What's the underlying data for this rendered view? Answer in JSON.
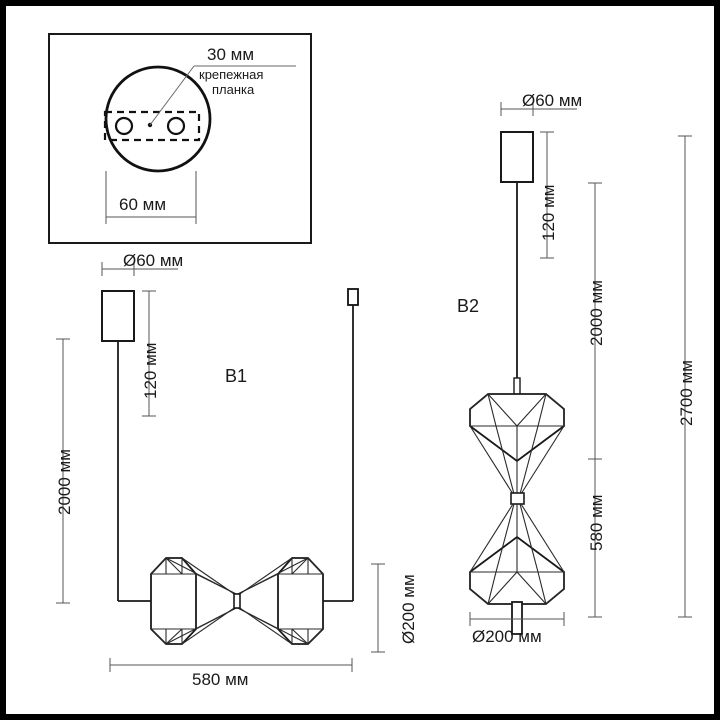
{
  "document": {
    "type": "technical-dimension-drawing",
    "subject": "pendant-lamp",
    "units": "мм",
    "background_color": "#ffffff",
    "line_color": "#1a1a1a",
    "border_color": "#000000"
  },
  "detail_box": {
    "name": "ceiling-mount-detail",
    "callout_dimension": "30 мм",
    "callout_note_line1": "крепежная",
    "callout_note_line2": "планка",
    "base_dimension": "60 мм",
    "shape": "circle-canopy-with-dashed-mounting-plate",
    "screw_hole_count": 2
  },
  "variant_b1": {
    "label": "B1",
    "canopy_diameter": "Ø60 мм",
    "canopy_height": "120 мм",
    "drop_length": "2000 мм",
    "shade_diameter": "Ø200 мм",
    "overall_width": "580 мм",
    "shade_style": "double-cone-diamond-horizontal",
    "shade_count": 2
  },
  "variant_b2": {
    "label": "B2",
    "canopy_diameter": "Ø60 мм",
    "canopy_height": "120 мм",
    "cord_length": "2000 мм",
    "shade_height": "580 мм",
    "total_height": "2700 мм",
    "shade_diameter": "Ø200 мм",
    "shade_style": "double-cone-diamond-vertical",
    "shade_count": 2
  }
}
